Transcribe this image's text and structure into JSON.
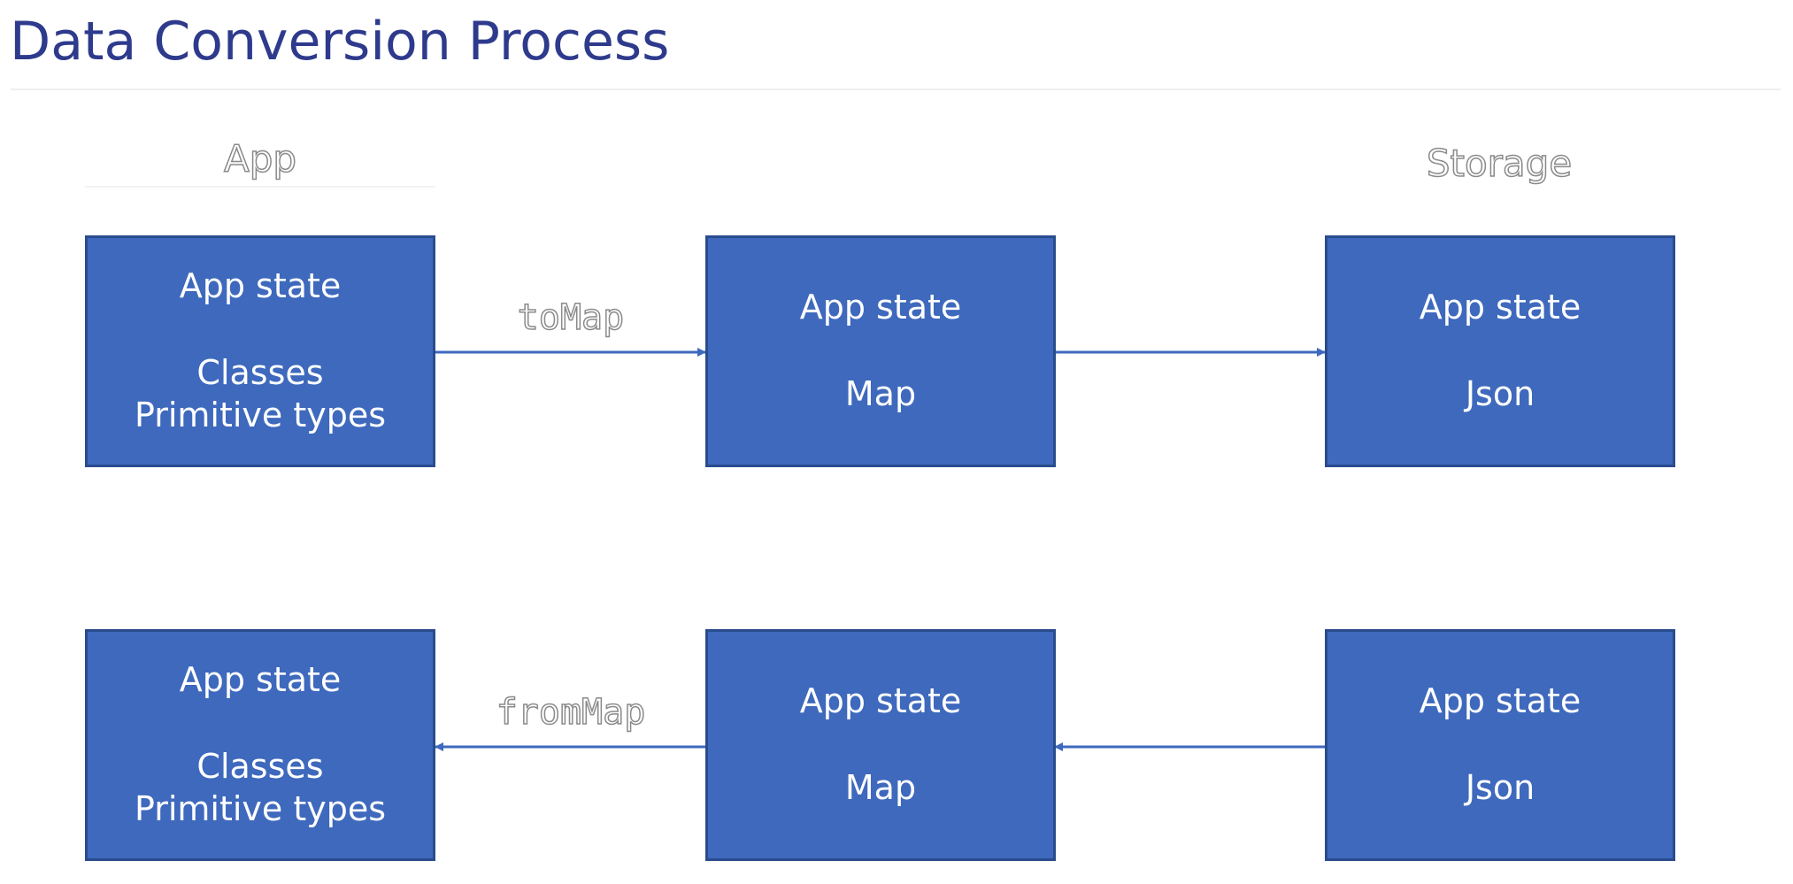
{
  "title": "Data Conversion Process",
  "sections": {
    "app": "App",
    "storage": "Storage"
  },
  "arrow_labels": {
    "to_map": "toMap",
    "from_map": "fromMap"
  },
  "rows": {
    "top": {
      "app_box": {
        "line1": "App state",
        "line2": "Classes",
        "line3": "Primitive types"
      },
      "map_box": {
        "line1": "App state",
        "line2": "Map"
      },
      "json_box": {
        "line1": "App state",
        "line2": "Json"
      }
    },
    "bottom": {
      "app_box": {
        "line1": "App state",
        "line2": "Classes",
        "line3": "Primitive types"
      },
      "map_box": {
        "line1": "App state",
        "line2": "Map"
      },
      "json_box": {
        "line1": "App state",
        "line2": "Json"
      }
    }
  },
  "colors": {
    "title": "#2e3a8c",
    "box_fill": "#3e69bd",
    "box_border": "#2a4c8e",
    "arrow": "#3e69bd"
  }
}
